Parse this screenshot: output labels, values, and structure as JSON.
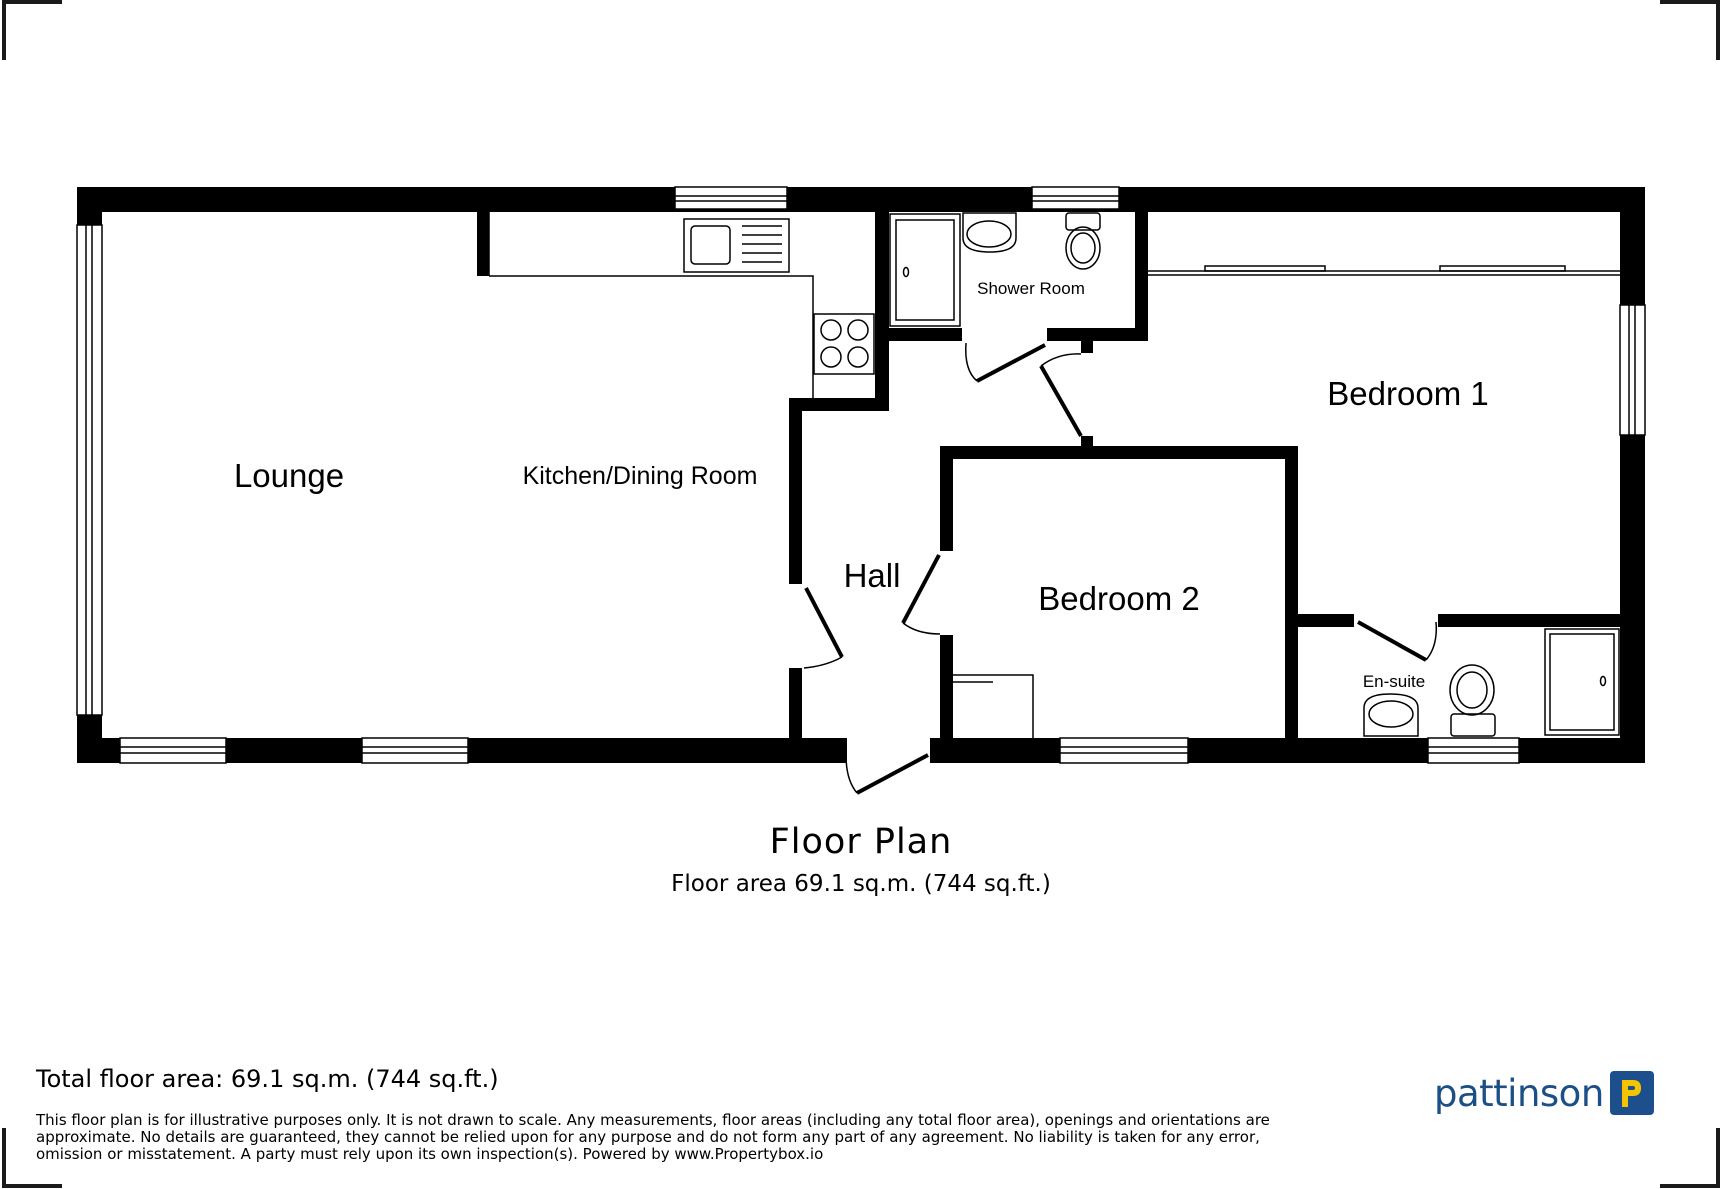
{
  "rooms": {
    "lounge": "Lounge",
    "kitchen": "Kitchen/Dining Room",
    "shower": "Shower Room",
    "bedroom1": "Bedroom 1",
    "hall": "Hall",
    "bedroom2": "Bedroom 2",
    "ensuite": "En-suite"
  },
  "plan": {
    "title": "Floor Plan",
    "subtitle": "Floor area 69.1 sq.m. (744 sq.ft.)"
  },
  "footer": {
    "total": "Total floor area: 69.1 sq.m. (744 sq.ft.)",
    "disclaimer": "This floor plan is for illustrative purposes only. It is not drawn to scale. Any measurements, floor areas (including any total floor area), openings and orientations are approximate. No details are guaranteed, they cannot be relied upon for any purpose and do not form any part of any agreement. No liability is taken for any error, omission or misstatement. A party must rely upon its own inspection(s). Powered by www.Propertybox.io"
  },
  "brand": {
    "name": "pattinson",
    "logo_color": "#1d4f8c",
    "accent_color": "#f5c400"
  }
}
